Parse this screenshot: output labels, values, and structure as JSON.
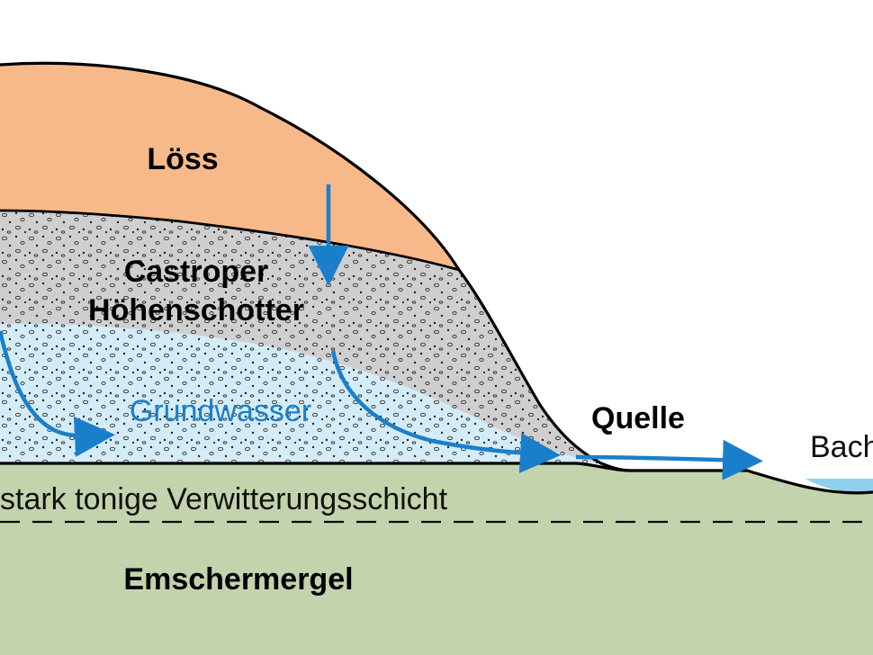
{
  "labels": {
    "loess": "Löss",
    "schotter_line1": "Castroper",
    "schotter_line2": "Höhenschotter",
    "groundwater": "Grundwasser",
    "spring": "Quelle",
    "stream": "Bach",
    "clay_layer": "stark tonige Verwitterungsschicht",
    "marl": "Emschermergel"
  },
  "colors": {
    "loess": "#f7b98a",
    "gravel": "#cfcfcf",
    "groundwater": "#d3ecf8",
    "marl": "#c3d4ad",
    "stream_water": "#8fd0ef",
    "arrow": "#1a7fcb",
    "groundwater_text": "#1a7fcb",
    "outline": "#000000"
  }
}
